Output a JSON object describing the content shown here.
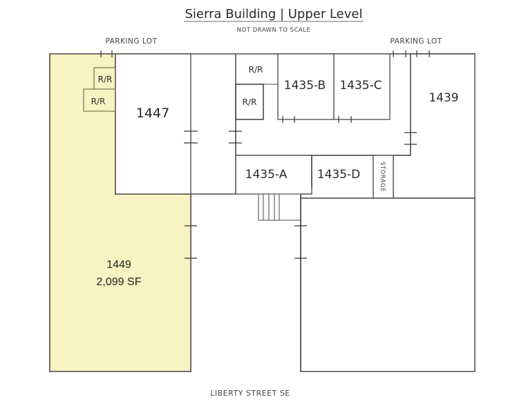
{
  "header": {
    "title": "Sierra Building | Upper Level",
    "subtitle": "NOT DRAWN TO SCALE"
  },
  "street_labels": {
    "parking_left": "PARKING LOT",
    "parking_right": "PARKING LOT",
    "bottom": "LIBERTY STREET SE"
  },
  "units": {
    "u1449": {
      "label": "1449",
      "area": "2,099 SF",
      "highlight_color": "#f7f3c2"
    },
    "u1447": {
      "label": "1447"
    },
    "u1435b": {
      "label": "1435-B"
    },
    "u1435c": {
      "label": "1435-C"
    },
    "u1439": {
      "label": "1439"
    },
    "u1435a": {
      "label": "1435-A"
    },
    "u1435d": {
      "label": "1435-D"
    },
    "storage": {
      "label": "STORAGE"
    },
    "rr_left_top": {
      "label": "R/R"
    },
    "rr_left_bottom": {
      "label": "R/R"
    },
    "rr_mid_top": {
      "label": "R/R"
    },
    "rr_mid_bottom": {
      "label": "R/R"
    }
  },
  "colors": {
    "available_fill": "#f7f3c2",
    "wall": "#4a4a44"
  }
}
